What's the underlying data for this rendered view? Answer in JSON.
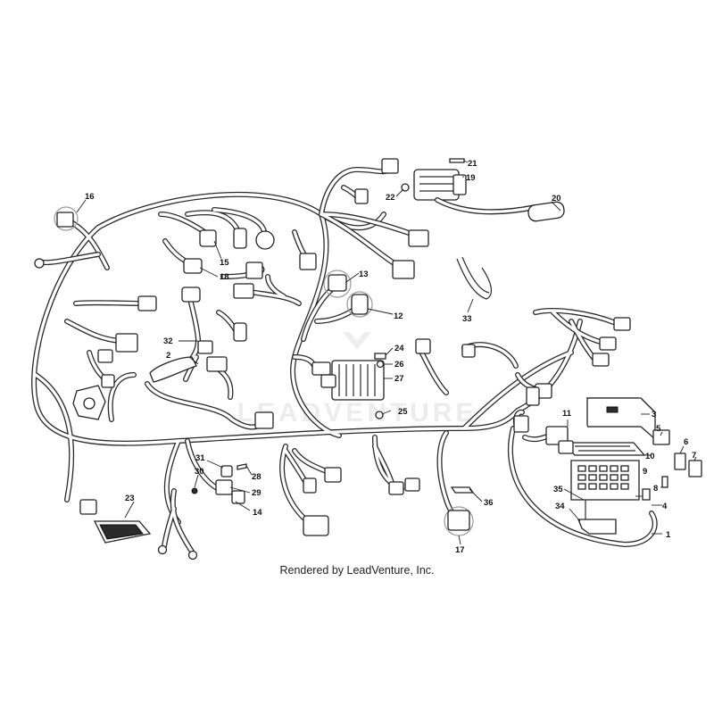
{
  "caption": "Rendered by LeadVenture, Inc.",
  "watermark": "LEADVENTURE",
  "callouts": [
    "1",
    "2",
    "3",
    "4",
    "5",
    "6",
    "7",
    "8",
    "9",
    "10",
    "11",
    "12",
    "13",
    "14",
    "15",
    "16",
    "17",
    "18",
    "19",
    "20",
    "21",
    "22",
    "23",
    "24",
    "25",
    "26",
    "27",
    "28",
    "29",
    "30",
    "31",
    "32",
    "33",
    "34",
    "35",
    "36"
  ]
}
